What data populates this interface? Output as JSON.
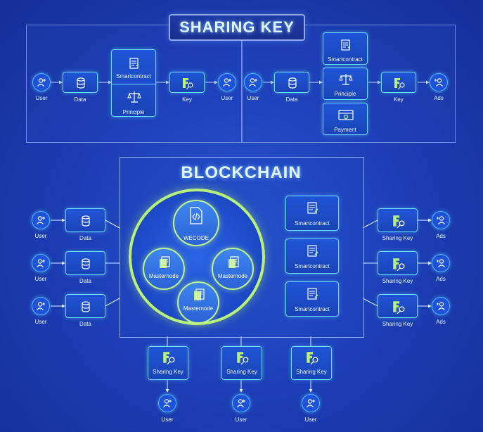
{
  "title": "SHARING KEY",
  "blockchain_title": "BLOCKCHAIN",
  "colors": {
    "background": "#1d3fb8",
    "node_border": "#6fd8ff",
    "ring": "#b8f07a",
    "text": "#e6f2ff"
  },
  "left_flow": {
    "user_in": "User",
    "data": "Data",
    "smartcontract": "Smartcontract",
    "principle": "Principle",
    "key": "Key",
    "user_out": "User"
  },
  "right_flow": {
    "user_in": "User",
    "data": "Data",
    "smartcontract": "Smartcontract",
    "principle": "Principle",
    "payment": "Payment",
    "key": "Key",
    "ads": "Ads"
  },
  "bottom_left": {
    "rows": [
      {
        "user": "User",
        "data": "Data"
      },
      {
        "user": "User",
        "data": "Data"
      },
      {
        "user": "User",
        "data": "Data"
      }
    ]
  },
  "center": {
    "wecode": "WECODE",
    "masternodes": [
      "Masternode",
      "Masternode",
      "Masternode"
    ],
    "smartcontracts": [
      "Smartcontract",
      "Smartcontract",
      "Smartcontract"
    ]
  },
  "bottom_right": {
    "rows": [
      {
        "key": "Sharing Key",
        "ads": "Ads"
      },
      {
        "key": "Sharing Key",
        "ads": "Ads"
      },
      {
        "key": "Sharing Key",
        "ads": "Ads"
      }
    ]
  },
  "bottom": {
    "items": [
      {
        "key": "Sharing Key",
        "user": "User"
      },
      {
        "key": "Sharing Key",
        "user": "User"
      },
      {
        "key": "Sharing Key",
        "user": "User"
      }
    ]
  },
  "icons": {
    "user": "user-add-icon",
    "data": "database-icon",
    "contract": "contract-document-icon",
    "scale": "scale-icon",
    "key": "key-icon",
    "payment": "payment-card-icon",
    "ads": "ads-user-icon",
    "code": "code-file-icon"
  }
}
